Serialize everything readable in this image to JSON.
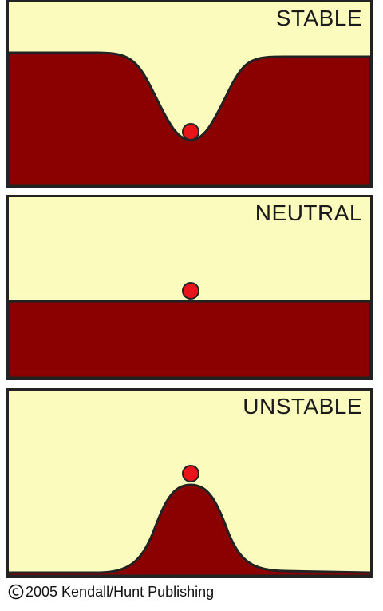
{
  "panels": {
    "stable": {
      "label": "STABLE"
    },
    "neutral": {
      "label": "NEUTRAL"
    },
    "unstable": {
      "label": "UNSTABLE"
    }
  },
  "footer": {
    "copyright_icon": "copyright-icon",
    "text": "2005 Kendall/Hunt Publishing"
  },
  "colors": {
    "sky": "#fbfbbd",
    "ground": "#8b0000",
    "ball": "#e8141b",
    "outline": "#222222"
  }
}
